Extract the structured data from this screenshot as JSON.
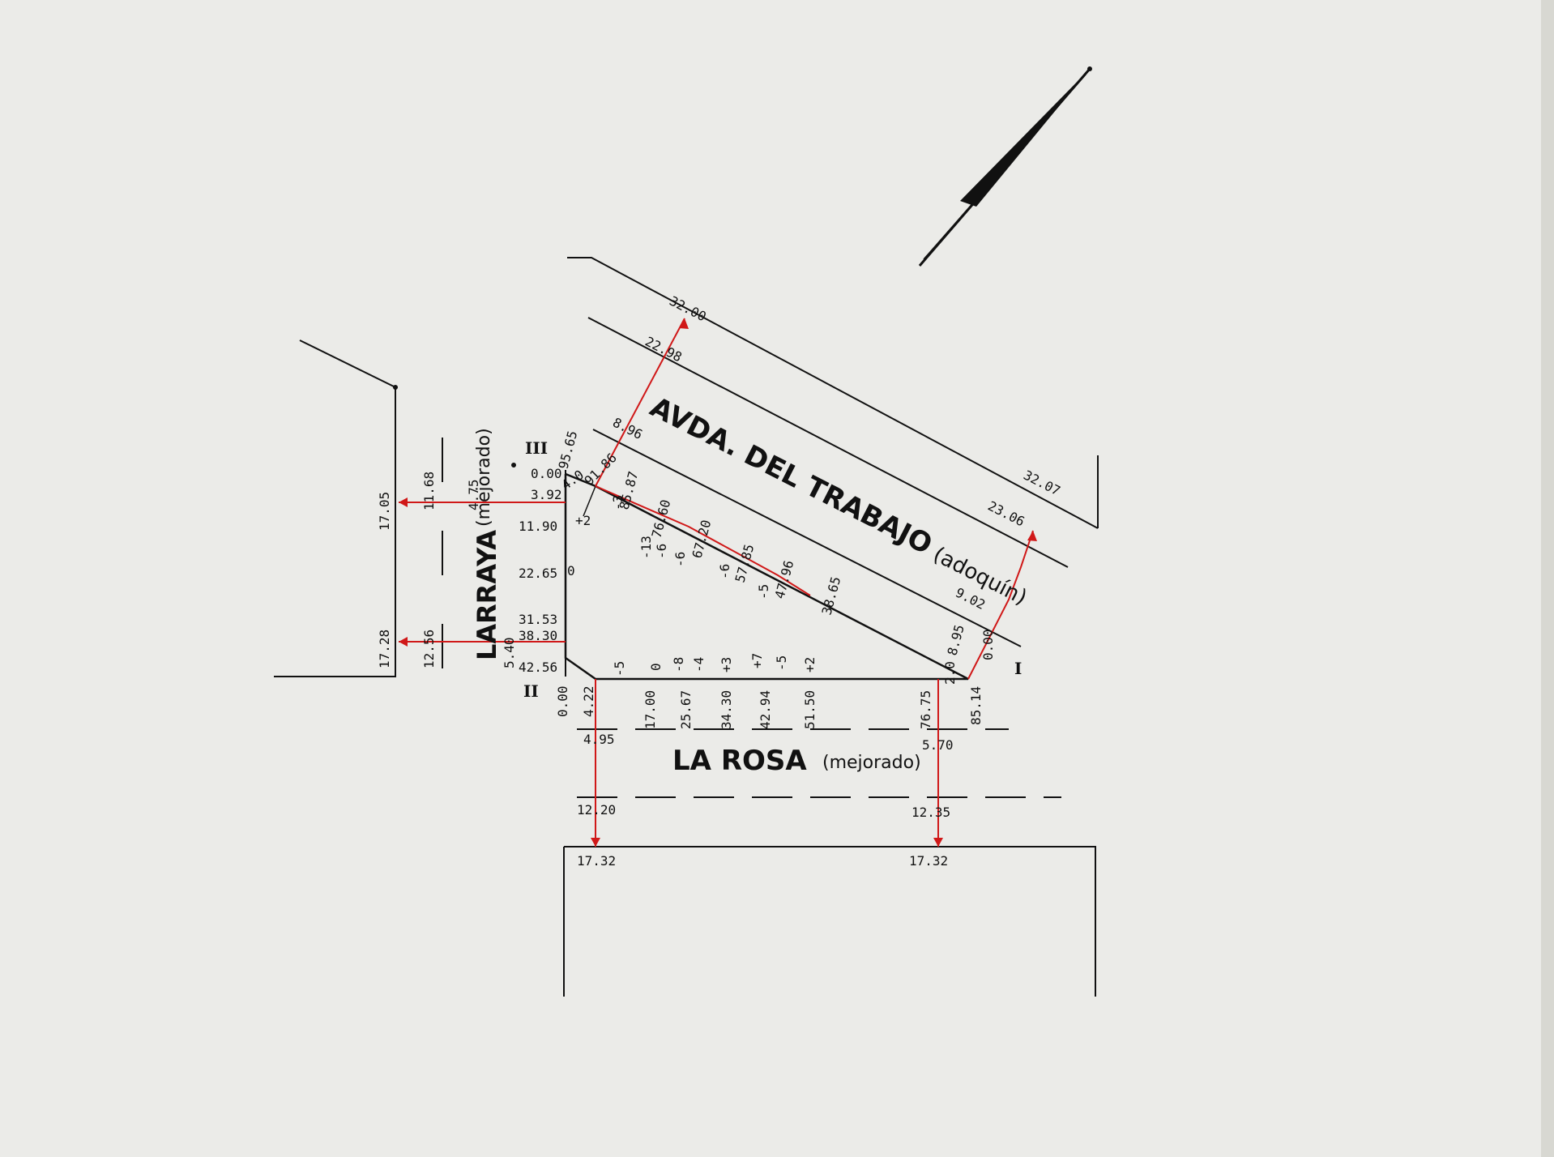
{
  "streets": {
    "trabajo": "AVDA. DEL TRABAJO",
    "trabajo_note": "(adoquín)",
    "larraya": "LARRAYA",
    "larraya_note": "(mejorado)",
    "larosa": "LA ROSA",
    "larosa_note": "(mejorado)"
  },
  "vertices": {
    "one": "I",
    "two": "II",
    "three": "III"
  },
  "colors": {
    "paper": "#ebebe8",
    "ink": "#111111",
    "red": "#d01818"
  },
  "labels": {
    "top_32_00": "32.00",
    "top_22_98": "22.98",
    "top_8_96": "8.96",
    "top_32_07": "32.07",
    "top_23_06": "23.06",
    "top_9_02": "9.02",
    "l_17_05": "17.05",
    "l_11_68": "11.68",
    "l_4_75": "4.75",
    "l_17_28": "17.28",
    "l_12_56": "12.56",
    "l_5_40": "5.40",
    "v_0_00": "0.00",
    "v_3_92": "3.92",
    "v_11_90": "11.90",
    "v_22_65": "22.65",
    "v_31_53": "31.53",
    "v_38_30": "38.30",
    "v_42_56": "42.56",
    "d_95_65": "95.65",
    "d_91_86": "91.86",
    "d_85_87": "85.87",
    "d_76_60": "76.60",
    "d_67_20": "67.20",
    "d_57_85": "57.85",
    "d_47_96": "47.96",
    "d_38_65": "38.65",
    "d_8_95": "8.95",
    "d_0_00": "0.00",
    "d_4_0": "4.0",
    "h_0_00": "0.00",
    "h_4_22": "4.22",
    "h_17_00": "17.00",
    "h_25_67": "25.67",
    "h_34_30": "34.30",
    "h_42_94": "42.94",
    "h_51_50": "51.50",
    "h_76_75": "76.75",
    "h_85_14": "85.14",
    "h_2_0": "2.0",
    "b_4_95": "4.95",
    "b_5_70": "5.70",
    "b_12_20": "12.20",
    "b_12_35": "12.35",
    "b_17_32_l": "17.32",
    "b_17_32_r": "17.32",
    "o_m3": "-3",
    "o_m13": "-13",
    "o_m6a": "-6",
    "o_m6b": "-6",
    "o_m6c": "-6",
    "o_m5": "-5",
    "o_p2": "+2",
    "o_0": "0",
    "h_m5": "-5",
    "h_0": "0",
    "h_m8": "-8",
    "h_m4": "-4",
    "h_p3": "+3",
    "h_p7": "+7",
    "h_m5b": "-5",
    "h_p2": "+2"
  }
}
